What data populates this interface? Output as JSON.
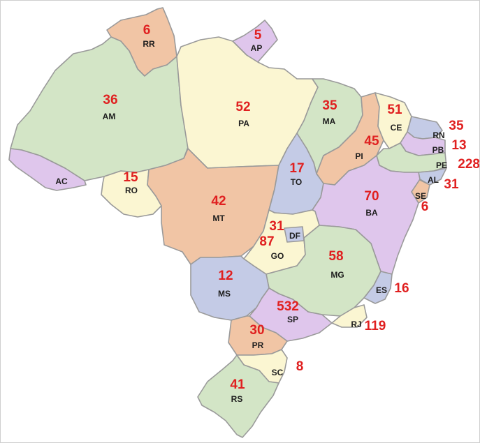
{
  "colors": {
    "value_text": "#e02020",
    "abbr_text": "#1e1e1e",
    "green": "#d3e5c6",
    "cream": "#fbf6d2",
    "salmon": "#f1c5a5",
    "lilac": "#dfc6ec",
    "blue": "#c4cbe6",
    "border": "#9a9a9a"
  },
  "states": [
    {
      "abbr": "RR",
      "value": "6",
      "fill": "salmon"
    },
    {
      "abbr": "AP",
      "value": "5",
      "fill": "lilac"
    },
    {
      "abbr": "AM",
      "value": "36",
      "fill": "green"
    },
    {
      "abbr": "PA",
      "value": "52",
      "fill": "cream"
    },
    {
      "abbr": "AC",
      "value": "",
      "fill": "lilac"
    },
    {
      "abbr": "RO",
      "value": "15",
      "fill": "cream"
    },
    {
      "abbr": "MT",
      "value": "42",
      "fill": "salmon"
    },
    {
      "abbr": "MA",
      "value": "35",
      "fill": "green"
    },
    {
      "abbr": "PI",
      "value": "45",
      "fill": "salmon"
    },
    {
      "abbr": "CE",
      "value": "51",
      "fill": "cream"
    },
    {
      "abbr": "RN",
      "value": "35",
      "fill": "blue"
    },
    {
      "abbr": "PB",
      "value": "13",
      "fill": "lilac"
    },
    {
      "abbr": "PE",
      "value": "228",
      "fill": "green"
    },
    {
      "abbr": "AL",
      "value": "31",
      "fill": "blue"
    },
    {
      "abbr": "SE",
      "value": "6",
      "fill": "salmon"
    },
    {
      "abbr": "TO",
      "value": "17",
      "fill": "blue"
    },
    {
      "abbr": "BA",
      "value": "70",
      "fill": "lilac"
    },
    {
      "abbr": "GO",
      "value": "87",
      "fill": "cream"
    },
    {
      "abbr": "DF",
      "value": "31",
      "fill": "blue"
    },
    {
      "abbr": "MG",
      "value": "58",
      "fill": "green"
    },
    {
      "abbr": "MS",
      "value": "12",
      "fill": "blue"
    },
    {
      "abbr": "ES",
      "value": "16",
      "fill": "blue"
    },
    {
      "abbr": "SP",
      "value": "532",
      "fill": "lilac"
    },
    {
      "abbr": "RJ",
      "value": "119",
      "fill": "cream"
    },
    {
      "abbr": "PR",
      "value": "30",
      "fill": "salmon"
    },
    {
      "abbr": "SC",
      "value": "8",
      "fill": "cream"
    },
    {
      "abbr": "RS",
      "value": "41",
      "fill": "green"
    }
  ]
}
